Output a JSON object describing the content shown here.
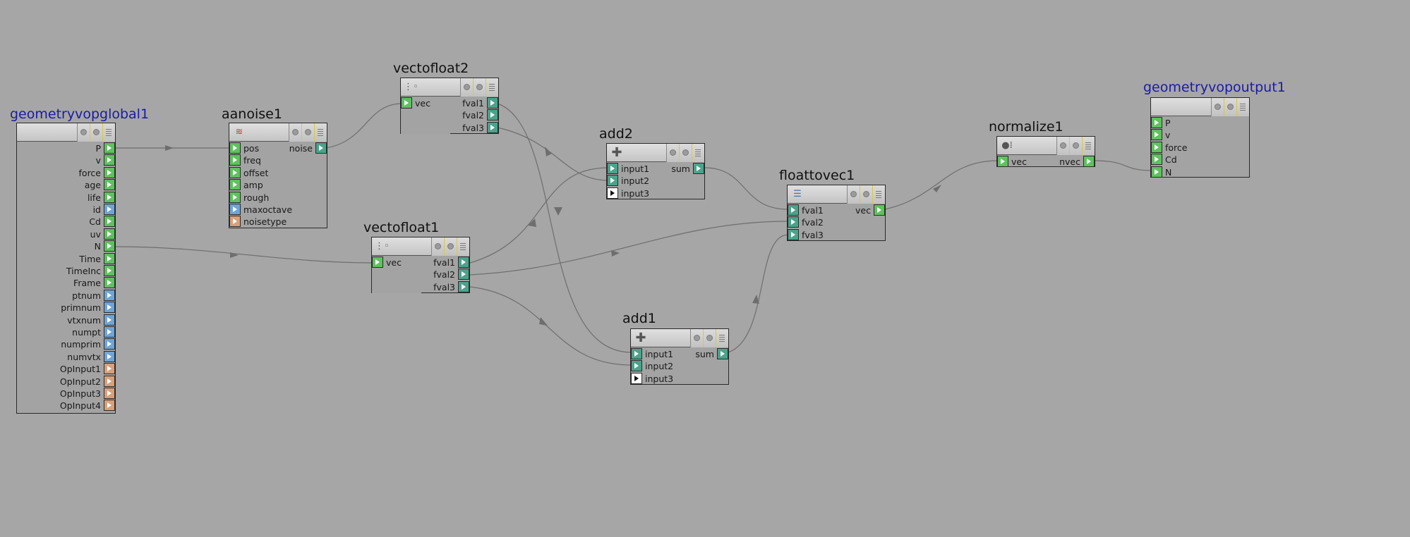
{
  "nodes": {
    "geometryvopglobal1": {
      "title": "geometryvopglobal1",
      "outputs": [
        "P",
        "v",
        "force",
        "age",
        "life",
        "id",
        "Cd",
        "uv",
        "N",
        "Time",
        "TimeInc",
        "Frame",
        "ptnum",
        "primnum",
        "vtxnum",
        "numpt",
        "numprim",
        "numvtx",
        "OpInput1",
        "OpInput2",
        "OpInput3",
        "OpInput4"
      ],
      "output_types": [
        "green",
        "green",
        "green",
        "green",
        "green",
        "blue",
        "green",
        "green",
        "green",
        "green",
        "green",
        "green",
        "blue",
        "blue",
        "blue",
        "blue",
        "blue",
        "blue",
        "orange",
        "orange",
        "orange",
        "orange"
      ]
    },
    "aanoise1": {
      "title": "aanoise1",
      "inputs": [
        "pos",
        "freq",
        "offset",
        "amp",
        "rough",
        "maxoctave",
        "noisetype"
      ],
      "input_types": [
        "green",
        "green",
        "green",
        "green",
        "green",
        "blue",
        "orange"
      ],
      "outputs": [
        "noise"
      ],
      "icon": "noise-icon"
    },
    "vectofloat2": {
      "title": "vectofloat2",
      "inputs": [
        "vec"
      ],
      "outputs": [
        "fval1",
        "fval2",
        "fval3"
      ],
      "icon": "split-icon"
    },
    "vectofloat1": {
      "title": "vectofloat1",
      "inputs": [
        "vec"
      ],
      "outputs": [
        "fval1",
        "fval2",
        "fval3"
      ],
      "icon": "split-icon"
    },
    "add2": {
      "title": "add2",
      "inputs": [
        "input1",
        "input2",
        "input3"
      ],
      "outputs": [
        "sum"
      ],
      "icon": "plus-icon"
    },
    "add1": {
      "title": "add1",
      "inputs": [
        "input1",
        "input2",
        "input3"
      ],
      "outputs": [
        "sum"
      ],
      "icon": "plus-icon"
    },
    "floattovec1": {
      "title": "floattovec1",
      "inputs": [
        "fval1",
        "fval2",
        "fval3"
      ],
      "outputs": [
        "vec"
      ],
      "icon": "merge-icon"
    },
    "normalize1": {
      "title": "normalize1",
      "inputs": [
        "vec"
      ],
      "outputs": [
        "nvec"
      ],
      "icon": "normalize-icon"
    },
    "geometryvopoutput1": {
      "title": "geometryvopoutput1",
      "inputs": [
        "P",
        "v",
        "force",
        "Cd",
        "N"
      ]
    }
  },
  "colors": {
    "background": "#a6a6a6",
    "global_title": "#1a1aa8",
    "port_green": "#5fc15f",
    "port_blue": "#6fa5d6",
    "port_orange": "#d9a07a",
    "wire": "#6e6e6e"
  }
}
